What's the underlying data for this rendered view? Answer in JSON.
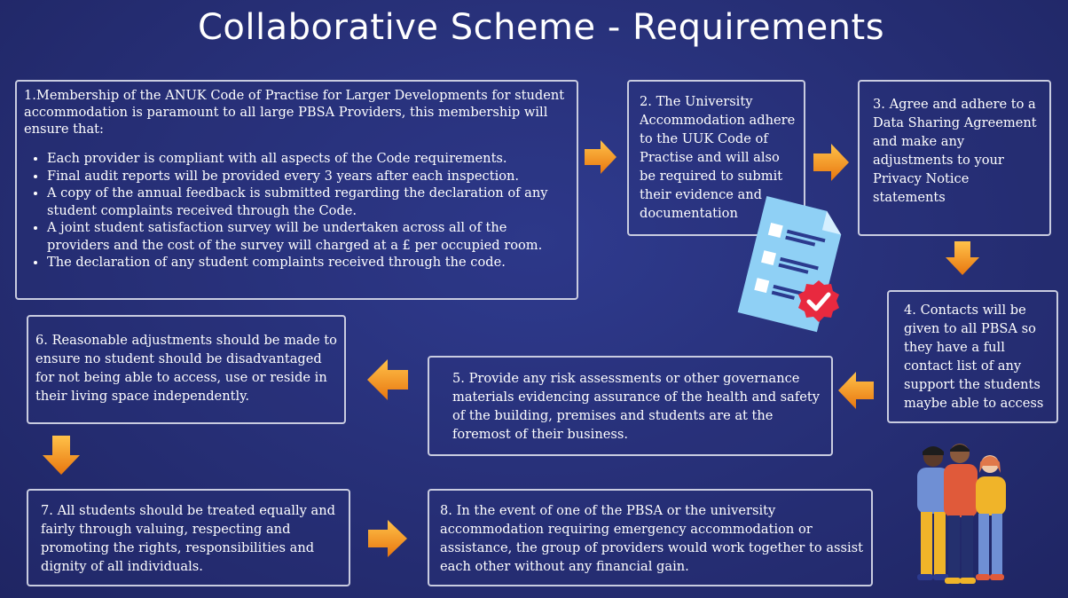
{
  "title": "Collaborative Scheme - Requirements",
  "steps": {
    "s1": {
      "intro": "1.Membership of the ANUK Code of Practise for Larger Developments for student accommodation is paramount to all large PBSA Providers, this membership will ensure that:",
      "bullets": [
        "Each provider is compliant with all aspects of the Code requirements.",
        "Final audit reports will be provided every 3 years after each inspection.",
        "A copy of the annual feedback is submitted regarding the declaration of any student complaints received through the Code.",
        "A joint student satisfaction survey will be undertaken across all of the providers and the cost of the survey will charged at a £ per occupied room.",
        "The declaration of any student complaints received through the code."
      ]
    },
    "s2": "2. The University Accommodation adhere to the UUK Code of Practise and will also be required to submit their evidence and documentation",
    "s3": "3. Agree and adhere to a Data Sharing Agreement and make any adjustments to your Privacy Notice statements",
    "s4": "4. Contacts will be given to all PBSA so they have a full contact list of any support the students maybe able to access",
    "s5": "5. Provide any risk assessments or other governance materials evidencing assurance of the health and safety of the building, premises and students are at the foremost of their business.",
    "s6": "6. Reasonable adjustments should be made to ensure no student should be disadvantaged for not being able to access, use or reside in their living space independently.",
    "s7": "7. All students should be treated equally and fairly through valuing, respecting and promoting the rights, responsibilities and dignity of all individuals.",
    "s8": "8. In the event of one of the PBSA or the university accommodation requiring emergency accommodation or assistance, the group of providers would work together to assist each other without any financial gain."
  },
  "colors": {
    "arrow": "#f29a1e",
    "box_border": "#c9cce0",
    "badge": "#e8293f",
    "doc": "#8fd0f5"
  },
  "icons": [
    "right-arrow-icon",
    "down-arrow-icon",
    "left-arrow-icon",
    "document-checklist-icon",
    "check-badge-icon",
    "students-group-illustration"
  ]
}
